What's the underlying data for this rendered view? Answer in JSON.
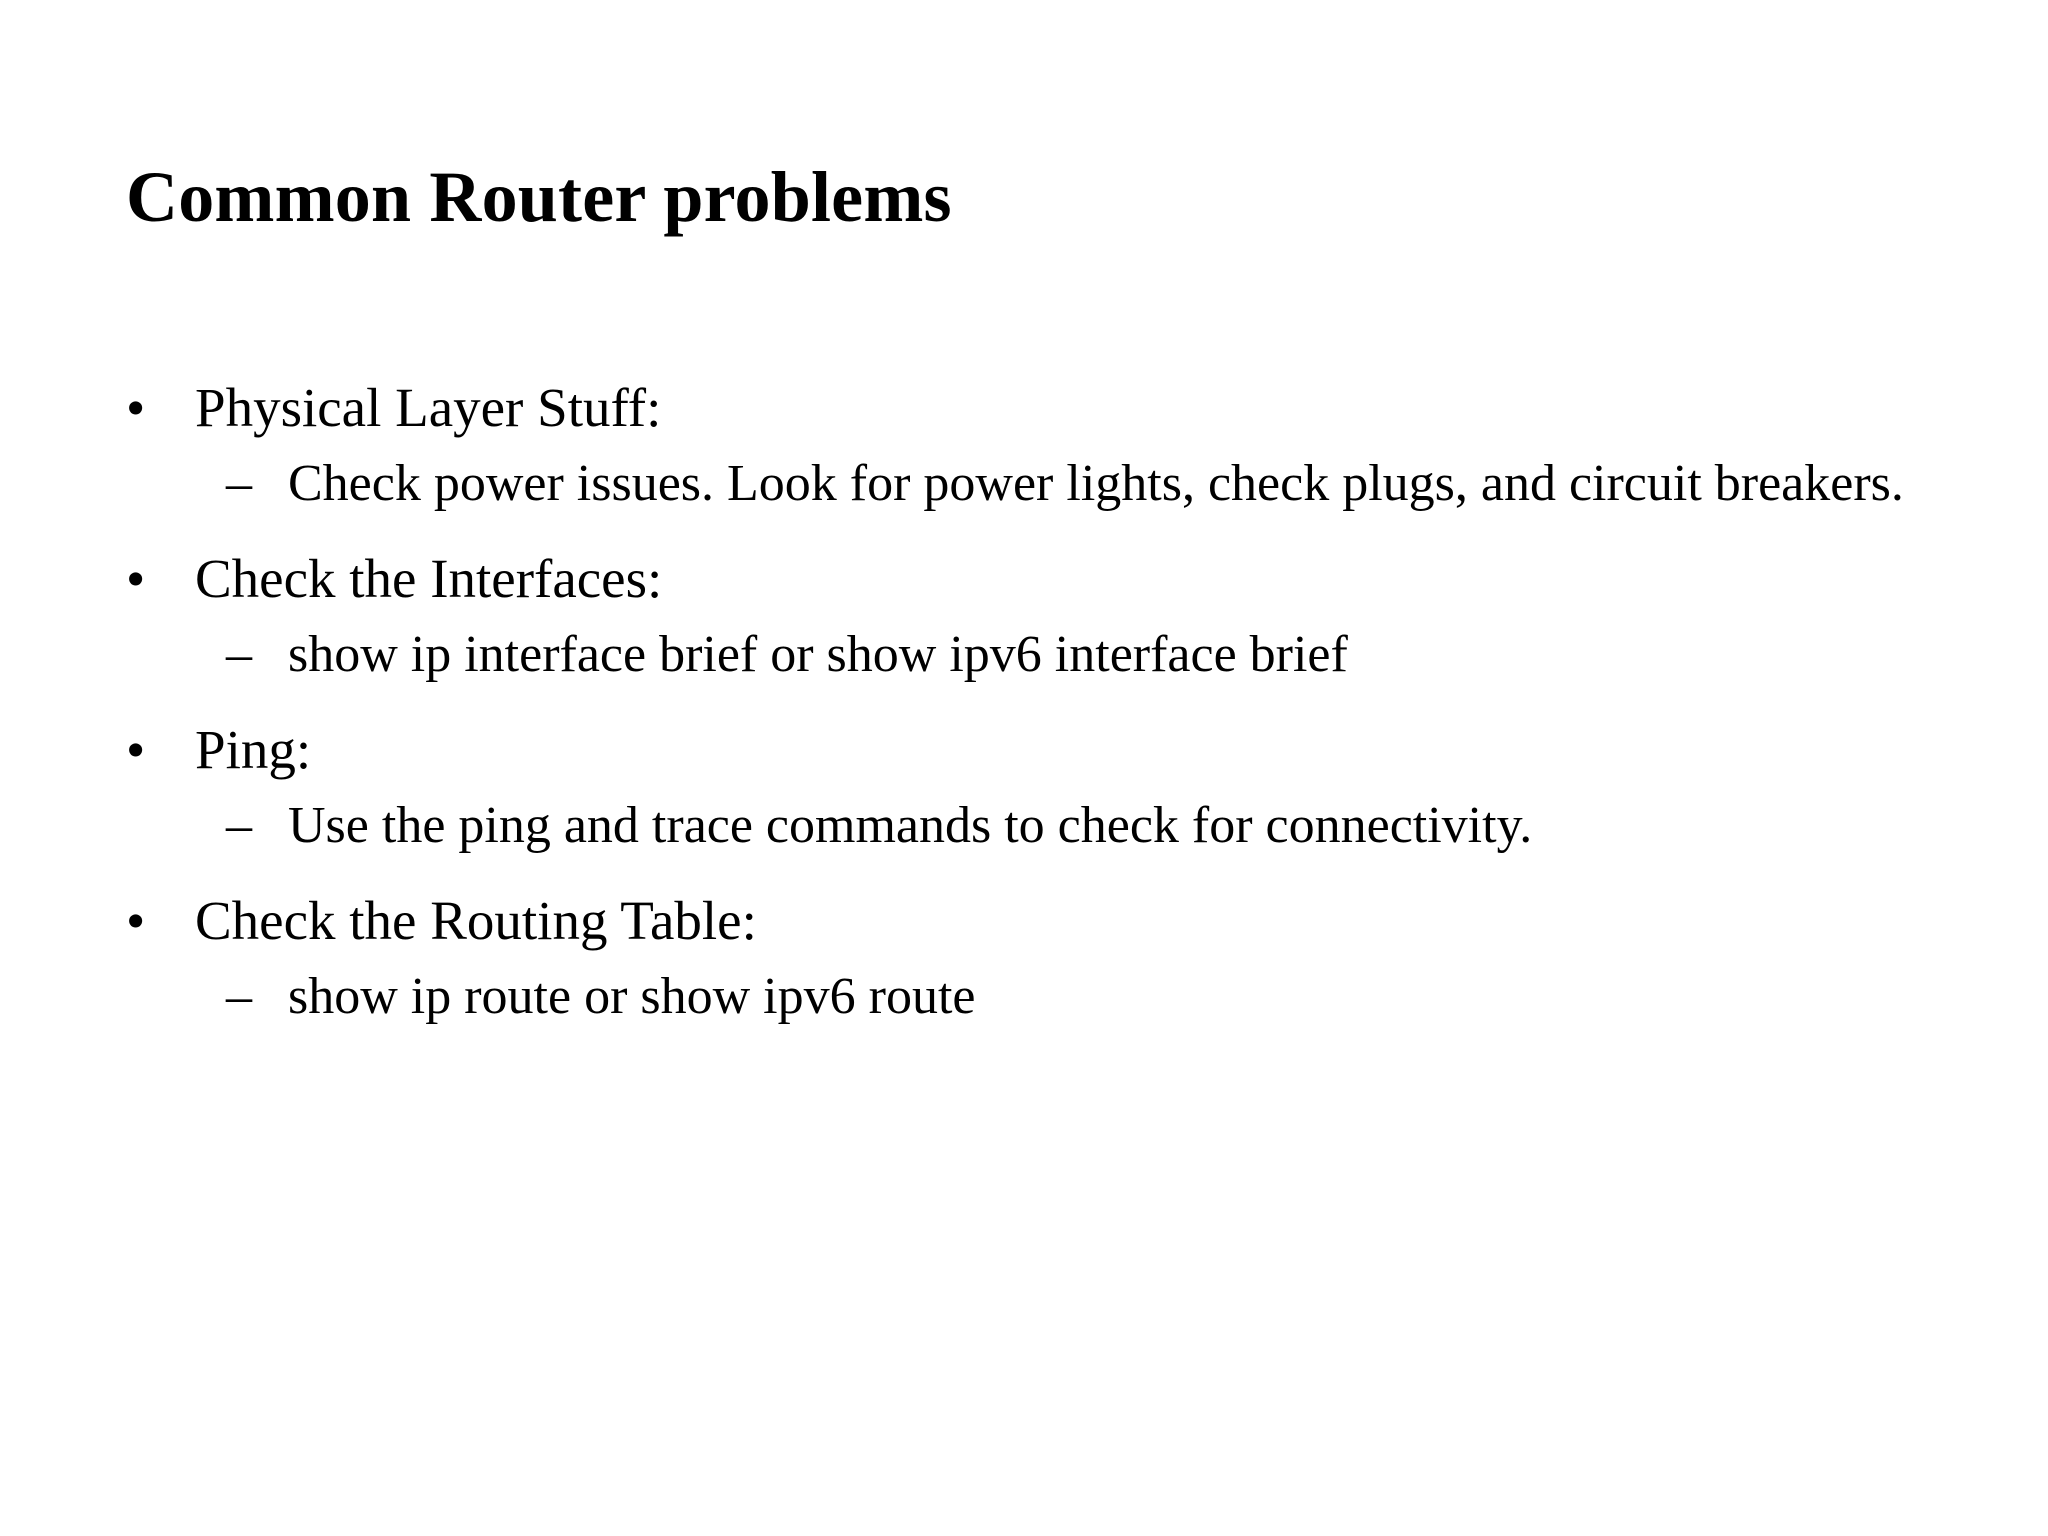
{
  "slide": {
    "title": "Common Router problems",
    "background_color": "#FFFFFF",
    "text_color": "#000000",
    "level1_bullet_glyph": "•",
    "level2_bullet_glyph": "–",
    "outline": [
      {
        "level": 1,
        "text": "Physical Layer Stuff:",
        "children": [
          {
            "level": 2,
            "text": "Check power issues. Look for power lights, check plugs, and circuit breakers.",
            "justified": true
          }
        ]
      },
      {
        "level": 1,
        "text": "Check the Interfaces:",
        "children": [
          {
            "level": 2,
            "text": "show ip interface brief or show ipv6 interface brief",
            "justified": false
          }
        ]
      },
      {
        "level": 1,
        "text": "Ping:",
        "children": [
          {
            "level": 2,
            "text": "Use the ping and trace commands to check for connectivity.",
            "justified": true
          }
        ]
      },
      {
        "level": 1,
        "text": "Check the Routing Table:",
        "children": [
          {
            "level": 2,
            "text": "show ip route or show ipv6 route",
            "justified": false
          }
        ]
      }
    ]
  }
}
